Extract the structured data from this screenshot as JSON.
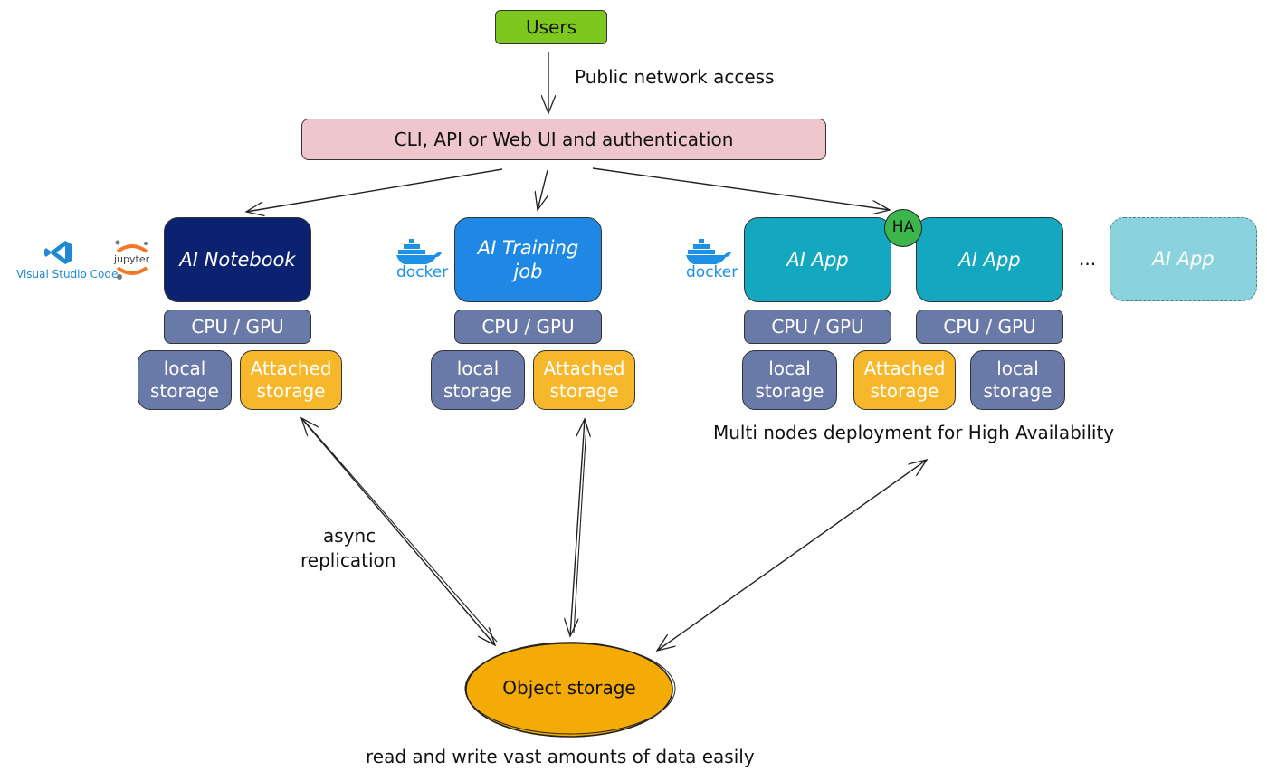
{
  "nodes": {
    "users": "Users",
    "gateway": "CLI, API or Web UI and authentication",
    "notebook": "AI Notebook",
    "training_line1": "AI Training",
    "training_line2": "job",
    "app1": "AI App",
    "app2": "AI App",
    "app3": "AI App",
    "ha": "HA",
    "cpu_gpu": "CPU / GPU",
    "local_line1": "local",
    "local_line2": "storage",
    "attached_line1": "Attached",
    "attached_line2": "storage",
    "object_storage": "Object storage",
    "ellipsis": "..."
  },
  "labels": {
    "public_access": "Public network access",
    "async_line1": "async",
    "async_line2": "replication",
    "multi_nodes": "Multi nodes deployment for High Availability",
    "read_write": "read and write vast amounts of data easily"
  },
  "logos": {
    "vscode": "Visual Studio Code",
    "jupyter": "jupyter",
    "docker": "docker"
  },
  "colors": {
    "users": "#7ec71f",
    "gateway": "#eec6cc",
    "notebook": "#0b2270",
    "training": "#1f88e5",
    "app": "#14a8c0",
    "app_faded": "#8ad3de",
    "ha": "#3cb54a",
    "cpu_gpu": "#6a7aa8",
    "local_storage": "#6a7aa8",
    "attached_storage": "#f6b72a",
    "object_storage": "#f5ab06"
  }
}
